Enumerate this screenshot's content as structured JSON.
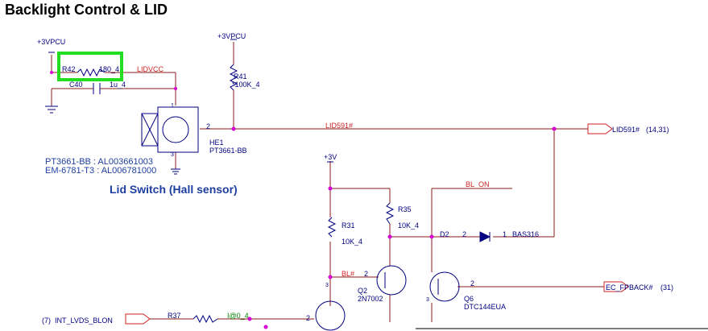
{
  "title": "Backlight Control & LID",
  "section_caption": "Lid Switch  (Hall sensor)",
  "power": {
    "vpcu_left": "+3VPCU",
    "vpcu_top": "+3VPCU",
    "v3": "+3V"
  },
  "components": {
    "r42": {
      "ref": "R42",
      "value": "180_4"
    },
    "c40": {
      "ref": "C40",
      "value": "1u_4"
    },
    "r41": {
      "ref": "R41",
      "value": "*100K_4"
    },
    "he1": {
      "ref": "HE1",
      "part": "PT3661-BB",
      "pin1": "1",
      "pin2": "2",
      "pin3": "3"
    },
    "r31": {
      "ref": "R31",
      "value": "10K_4"
    },
    "r35": {
      "ref": "R35",
      "value": "10K_4"
    },
    "d2": {
      "ref": "D2",
      "part": "BAS316",
      "pin2": "2",
      "pin1": "1"
    },
    "q2": {
      "ref": "Q2",
      "part": "2N7002",
      "pin2": "2",
      "pin3": "3"
    },
    "q6": {
      "ref": "Q6",
      "part": "DTC144EUA",
      "pin2": "2",
      "pin3": "3"
    },
    "r37": {
      "ref": "R37",
      "value": "I@0_4"
    },
    "q5": {
      "pin2": "2"
    }
  },
  "part_notes": [
    "PT3661-BB : AL003661003",
    "EM-6781-T3 : AL006781000"
  ],
  "nets": {
    "lidvcc": "LIDVCC",
    "lid591_wire": "LID591#",
    "lid591_port": "LID591#",
    "lid591_ref": "(14,31)",
    "bl_on": "BL_ON",
    "bl_hash": "BL#",
    "ec_fpback": "EC_FPBACK#",
    "ec_fpback_ref": "(31)",
    "int_lvds_blon": "INT_LVDS_BLON",
    "int_lvds_ref": "(7)"
  },
  "highlight": {
    "color": "#22dd22",
    "target": "R42"
  },
  "colors": {
    "wire": "#8b1a1a",
    "net_label": "#cc2222",
    "component_text": "#000080",
    "note_text": "#1e3ea0",
    "junction": "#d400d4",
    "title_text": "#000000"
  }
}
